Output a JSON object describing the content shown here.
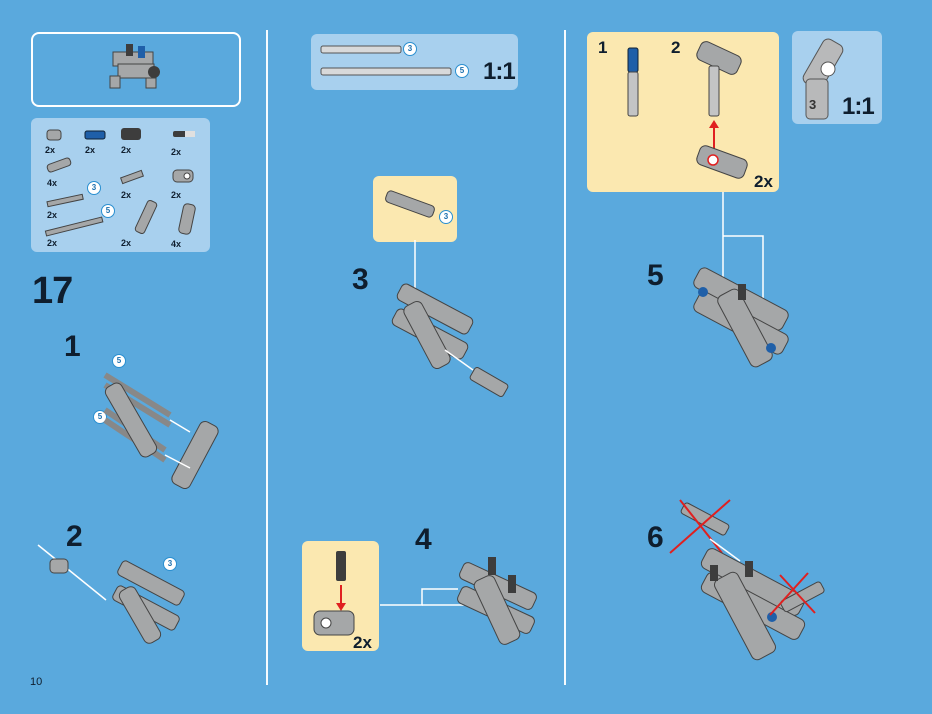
{
  "page_number": "10",
  "main_step": "17",
  "colors": {
    "background": "#5aa9dd",
    "panel_light": "#a8d0ee",
    "panel_cream": "#fbe8b0",
    "part_gray": "#a5a7a8",
    "part_dark": "#3d3d3d",
    "part_blue": "#1f5fa8",
    "arrow_red": "#e02020"
  },
  "parts_list": [
    {
      "qty": "2x",
      "icon": "bush-icon"
    },
    {
      "qty": "2x",
      "icon": "blue-pin-icon"
    },
    {
      "qty": "2x",
      "icon": "black-block-icon"
    },
    {
      "qty": "2x",
      "icon": "black-pin-icon"
    },
    {
      "qty": "4x",
      "icon": "long-pin-icon"
    },
    {
      "qty": "3",
      "icon": "axle-length-3-icon"
    },
    {
      "qty": "2x",
      "icon": "axle-3-icon"
    },
    {
      "qty": "2x",
      "icon": "connector-icon"
    },
    {
      "qty": "2x",
      "icon": "axle-5-icon"
    },
    {
      "qty": "5",
      "icon": "axle-length-5-icon"
    },
    {
      "qty": "2x",
      "icon": "axle-5b-icon"
    },
    {
      "qty": "2x",
      "icon": "beam-l-icon"
    },
    {
      "qty": "4x",
      "icon": "angle-connector-icon"
    }
  ],
  "substeps": {
    "s1": {
      "label": "1",
      "callouts": [
        "5",
        "5"
      ]
    },
    "s2": {
      "label": "2",
      "callout": "3"
    },
    "s3": {
      "label": "3",
      "callout": "3"
    },
    "s4": {
      "label": "4",
      "qty": "2x"
    },
    "s5": {
      "label": "5",
      "panel_steps": [
        "1",
        "2"
      ],
      "qty": "2x"
    },
    "s6": {
      "label": "6"
    }
  },
  "scale_panels": [
    {
      "text": "1:1",
      "axles": [
        "3",
        "5"
      ]
    },
    {
      "text": "1:1",
      "part_label": "3"
    }
  ]
}
